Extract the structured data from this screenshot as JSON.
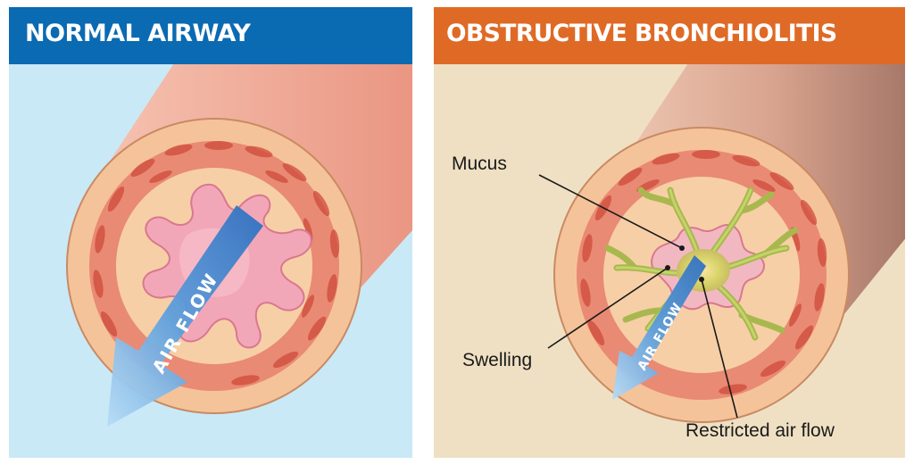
{
  "panels": {
    "normal": {
      "title": "NORMAL AIRWAY",
      "header_color": "#0a6ab2",
      "background_color": "#c9e9f7",
      "arrow_label": "AIR FLOW"
    },
    "obstructive": {
      "title": "OBSTRUCTIVE BRONCHIOLITIS",
      "header_color": "#df6a26",
      "background_color": "#efe0c3",
      "arrow_label": "AIR FLOW",
      "callouts": {
        "mucus": "Mucus",
        "swelling": "Swelling",
        "restricted": "Restricted air flow"
      }
    }
  }
}
